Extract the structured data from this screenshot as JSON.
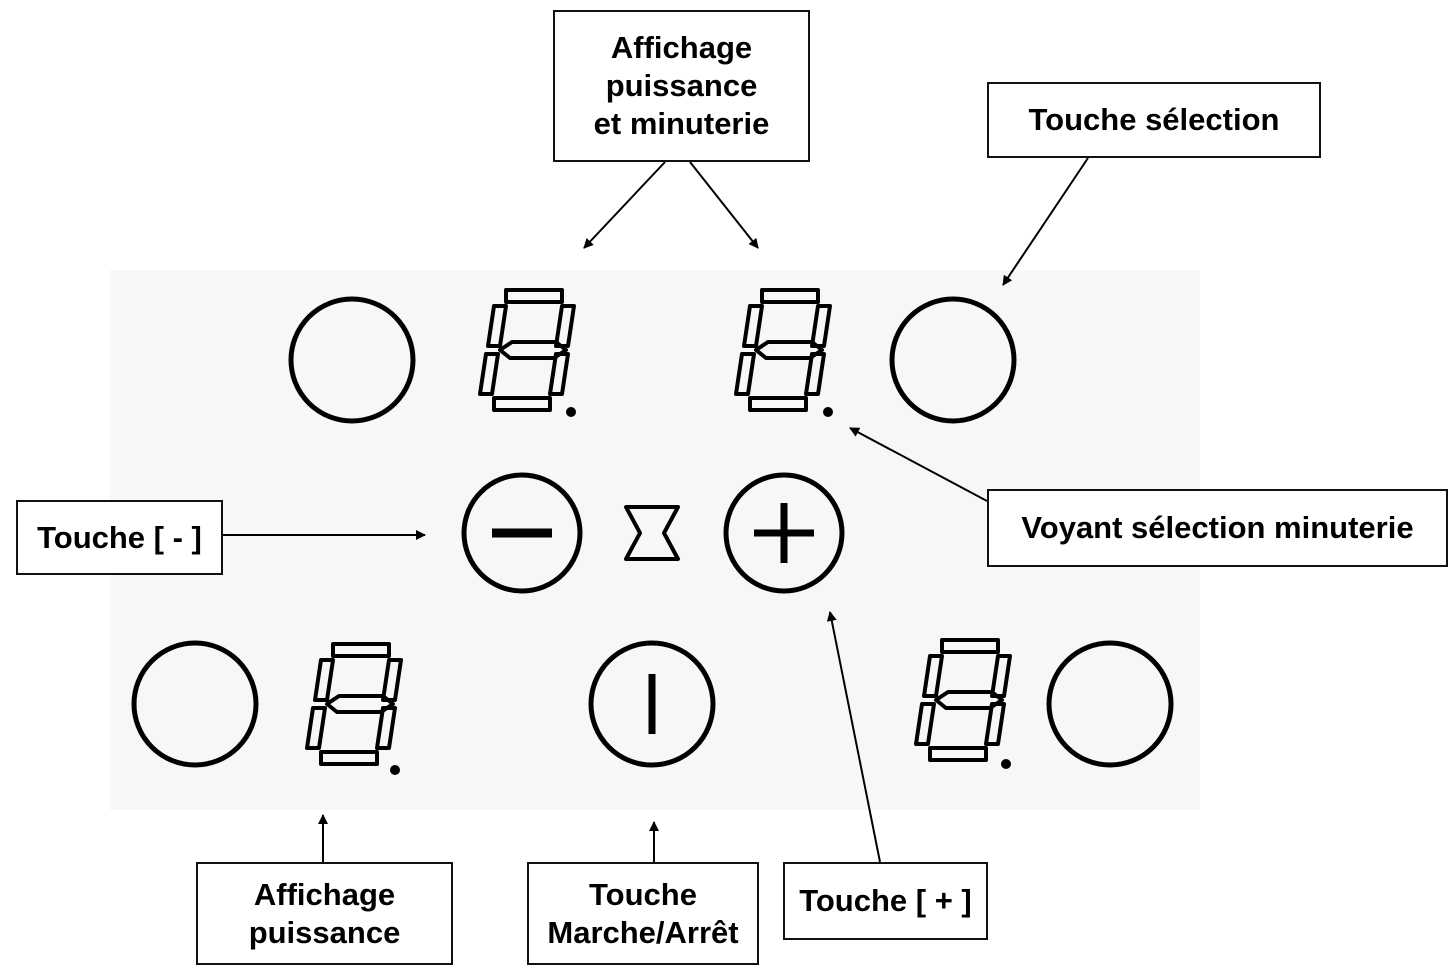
{
  "labels": {
    "affichage_puissance_minuterie": "Affichage\npuissance\net minuterie",
    "touche_selection": "Touche sélection",
    "voyant_selection_minuterie": "Voyant sélection minuterie",
    "touche_moins": "Touche [ - ]",
    "affichage_puissance": "Affichage\npuissance",
    "touche_marche_arret": "Touche\nMarche/Arrêt",
    "touche_plus": "Touche [ + ]"
  },
  "icons": {
    "zone_selector": "circle-outline-icon",
    "seven_segment": "seven-segment-digit-icon",
    "minus": "minus-circle-icon",
    "plus": "plus-circle-icon",
    "timer": "hourglass-icon",
    "power": "power-icon"
  },
  "colors": {
    "ink": "#000000",
    "panel": "#f7f7f7"
  }
}
